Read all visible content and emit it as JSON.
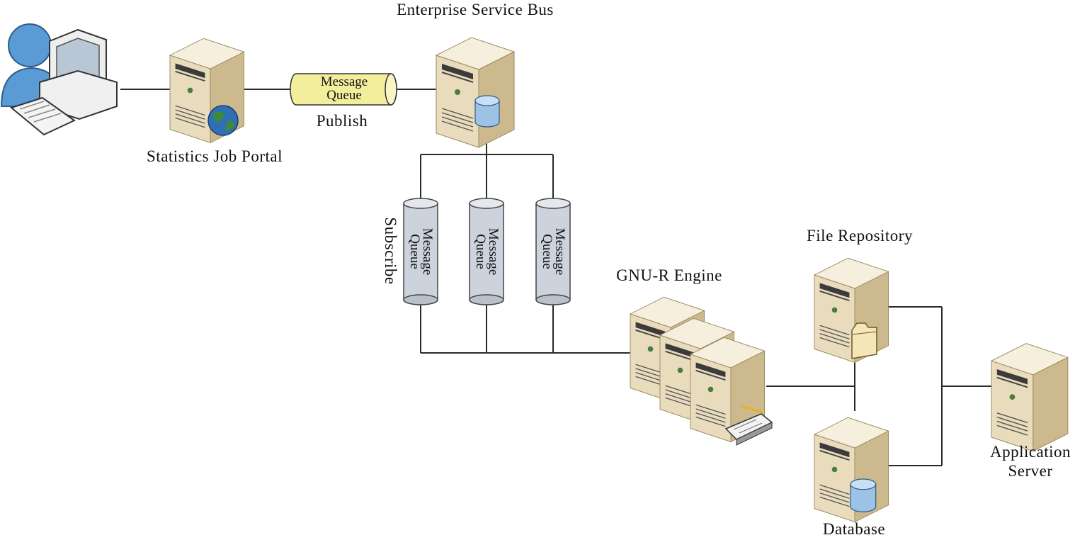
{
  "labels": {
    "esb": "Enterprise Service Bus",
    "portal": "Statistics Job Portal",
    "publish": "Publish",
    "subscribe": "Subscribe",
    "gnur": "GNU-R Engine",
    "file_repo": "File Repository",
    "database": "Database",
    "app_server_line1": "Application",
    "app_server_line2": "Server"
  },
  "queues": {
    "publish": {
      "line1": "Message",
      "line2": "Queue"
    },
    "subscribe": [
      {
        "line1": "Message",
        "line2": "Queue"
      },
      {
        "line1": "Message",
        "line2": "Queue"
      },
      {
        "line1": "Message",
        "line2": "Queue"
      }
    ]
  },
  "colors": {
    "server_front": "#e9dcbd",
    "server_side": "#c7b48a",
    "server_top": "#f6efdd",
    "publish_queue": "#f3ee9c",
    "subscribe_queue": "#cdd3dc",
    "connector": "#2a2a2a",
    "user": "#5b9bd5",
    "database_cylinder": "#9cc3e6"
  },
  "icons": {
    "user_workstation": "user-workstation-icon",
    "globe": "globe-icon",
    "database_cylinder": "database-cylinder-icon",
    "folder": "folder-icon",
    "disk_drive": "disk-drive-icon"
  }
}
